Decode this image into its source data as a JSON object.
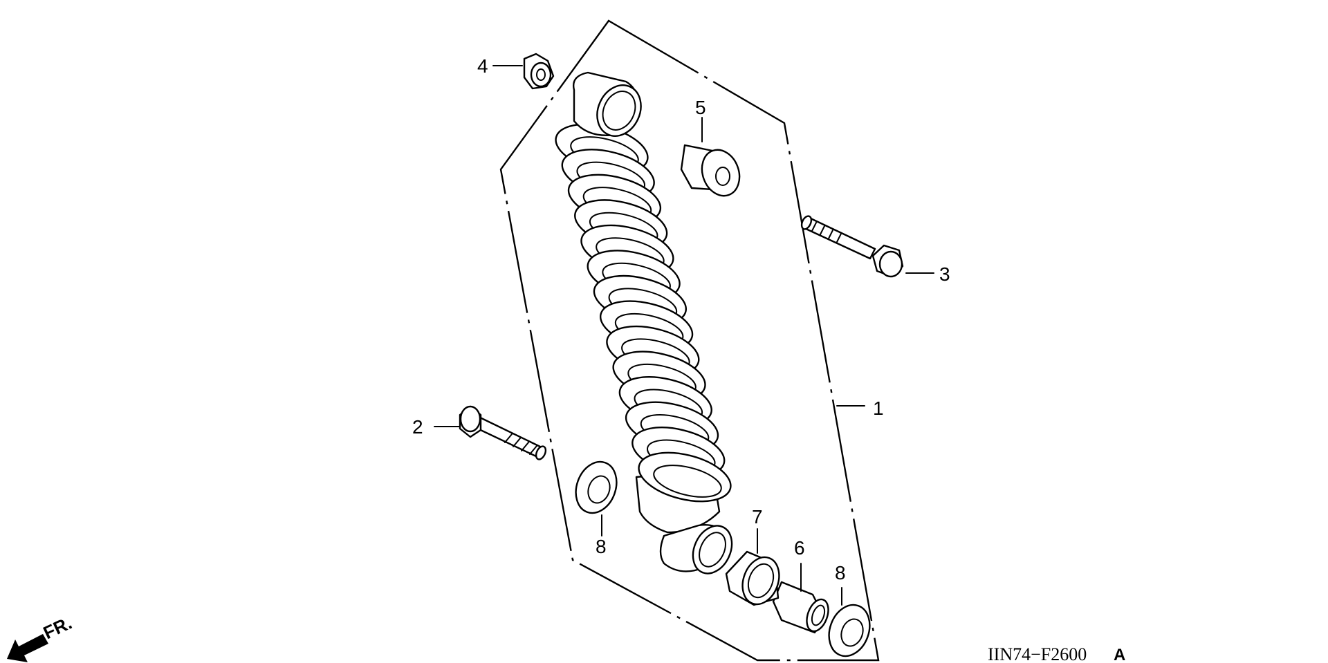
{
  "diagram": {
    "part_labels": [
      "1",
      "2",
      "3",
      "4",
      "5",
      "6",
      "7",
      "8",
      "8"
    ],
    "direction_label": "FR.",
    "drawing_code": "IIN74−F2600",
    "drawing_variant": "A"
  },
  "icons": {
    "direction": "front-direction-arrow-icon"
  }
}
